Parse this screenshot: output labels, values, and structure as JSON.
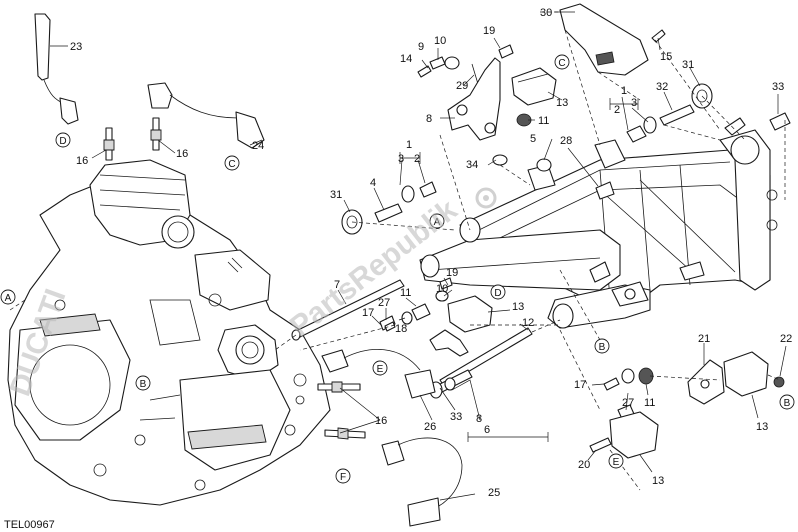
{
  "diagram": {
    "code": "TEL00967",
    "watermark": "PartsRepublik",
    "part_numbers": [
      "1",
      "2",
      "3",
      "4",
      "5",
      "6",
      "7",
      "8",
      "9",
      "10",
      "11",
      "12",
      "13",
      "14",
      "15",
      "16",
      "17",
      "18",
      "19",
      "20",
      "21",
      "22",
      "23",
      "24",
      "25",
      "26",
      "27",
      "28",
      "29",
      "30",
      "31",
      "32",
      "33",
      "34"
    ],
    "connector_refs": [
      "A",
      "B",
      "C",
      "D",
      "E",
      "F"
    ]
  }
}
